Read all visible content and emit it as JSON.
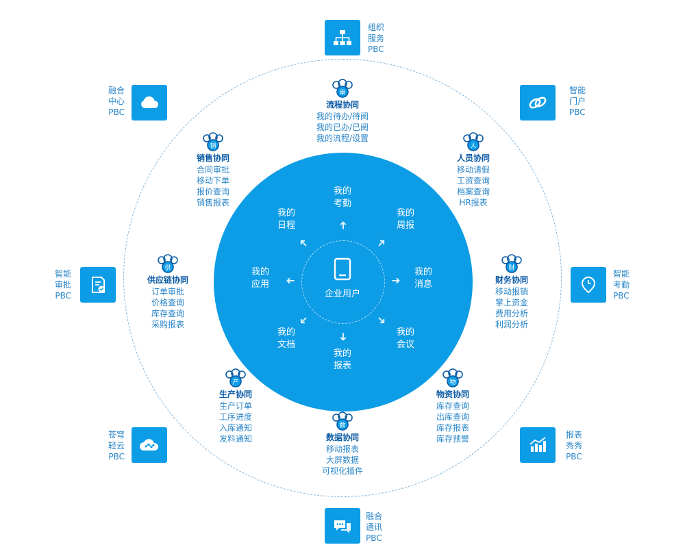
{
  "center": {
    "user": "企业用户",
    "nodes": [
      {
        "line1": "我的",
        "line2": "考勤"
      },
      {
        "line1": "我的",
        "line2": "周报"
      },
      {
        "line1": "我的",
        "line2": "消息"
      },
      {
        "line1": "我的",
        "line2": "会议"
      },
      {
        "line1": "我的",
        "line2": "报表"
      },
      {
        "line1": "我的",
        "line2": "文档"
      },
      {
        "line1": "我的",
        "line2": "应用"
      },
      {
        "line1": "我的",
        "line2": "日程"
      }
    ]
  },
  "modules": [
    {
      "badge": "审",
      "title": "流程协同",
      "items": [
        "我的待办/待阅",
        "我的已办/已阅",
        "我的流程/设置"
      ]
    },
    {
      "badge": "人",
      "title": "人员协同",
      "items": [
        "移动请假",
        "工资查询",
        "档案查询",
        "HR报表"
      ]
    },
    {
      "badge": "财",
      "title": "财务协同",
      "items": [
        "移动报销",
        "掌上资金",
        "费用分析",
        "利润分析"
      ]
    },
    {
      "badge": "物",
      "title": "物资协同",
      "items": [
        "库存查询",
        "出库查询",
        "库存报表",
        "库存预警"
      ]
    },
    {
      "badge": "数",
      "title": "数据协同",
      "items": [
        "移动报表",
        "大屏数据",
        "可视化插件"
      ]
    },
    {
      "badge": "产",
      "title": "生产协同",
      "items": [
        "生产订单",
        "工序进度",
        "入库通知",
        "发料通知"
      ]
    },
    {
      "badge": "供",
      "title": "供应链协同",
      "items": [
        "订单审批",
        "价格查询",
        "库存查询",
        "采购报表"
      ]
    },
    {
      "badge": "销",
      "title": "销售协同",
      "items": [
        "合同审批",
        "移动下单",
        "报价查询",
        "销售报表"
      ]
    }
  ],
  "platforms": [
    {
      "icon": "org-chart-icon",
      "line1": "组织",
      "line2": "服务",
      "line3": "PBC"
    },
    {
      "icon": "link-ring-icon",
      "line1": "智能",
      "line2": "门户",
      "line3": "PBC"
    },
    {
      "icon": "clock-pin-icon",
      "line1": "智能",
      "line2": "考勤",
      "line3": "PBC"
    },
    {
      "icon": "bar-chart-icon",
      "line1": "报表",
      "line2": "秀秀",
      "line3": "PBC"
    },
    {
      "icon": "chat-bubble-icon",
      "line1": "融合",
      "line2": "通讯",
      "line3": "PBC"
    },
    {
      "icon": "network-cloud-icon",
      "line1": "苍穹",
      "line2": "轻云",
      "line3": "PBC"
    },
    {
      "icon": "document-check-icon",
      "line1": "智能",
      "line2": "审批",
      "line3": "PBC"
    },
    {
      "icon": "cloud-icon",
      "line1": "融合",
      "line2": "中心",
      "line3": "PBC"
    }
  ],
  "colors": {
    "primary": "#0d9ce6",
    "title": "#0a5aa5",
    "text": "#2a86c9",
    "ring": "#7fb3d9"
  }
}
